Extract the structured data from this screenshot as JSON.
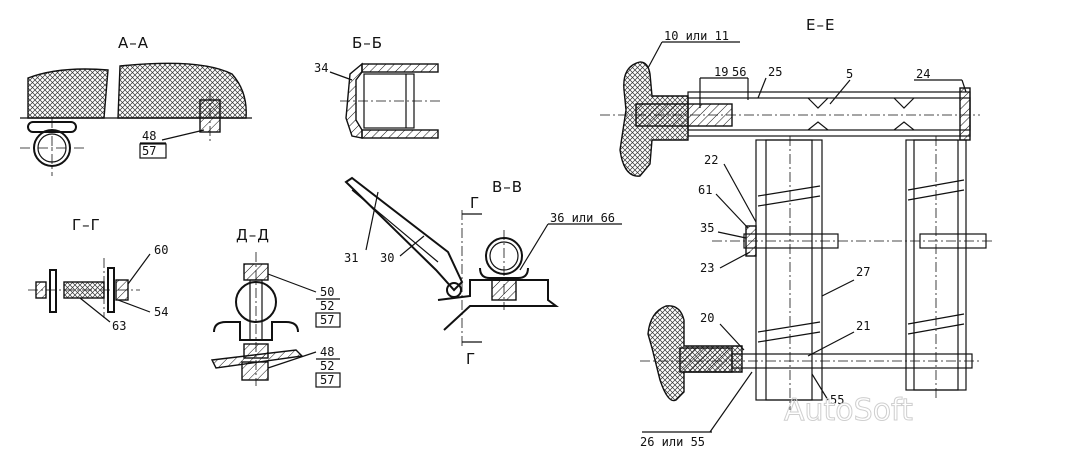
{
  "sections": {
    "aa": "А–А",
    "bb": "Б–Б",
    "vv": "В–В",
    "gg": "Г–Г",
    "dd": "Д–Д",
    "ee": "Е–Е"
  },
  "cut_mark": "Г",
  "labels": {
    "aa_48": "48",
    "aa_57": "57",
    "bb_34": "34",
    "gg_60": "60",
    "gg_54": "54",
    "gg_63": "63",
    "dd_50": "50",
    "dd_52a": "52",
    "dd_57a": "57",
    "dd_48": "48",
    "dd_52b": "52",
    "dd_57b": "57",
    "vv_31": "31",
    "vv_30": "30",
    "vv_36_66": "36 или 66",
    "ee_10_11": "10 или 11",
    "ee_19": "19",
    "ee_56": "56",
    "ee_25": "25",
    "ee_5": "5",
    "ee_24": "24",
    "ee_22": "22",
    "ee_61": "61",
    "ee_35": "35",
    "ee_23": "23",
    "ee_27": "27",
    "ee_20": "20",
    "ee_21": "21",
    "ee_55": "55",
    "ee_26_55": "26 или 55"
  },
  "watermark": "AutoSoft"
}
